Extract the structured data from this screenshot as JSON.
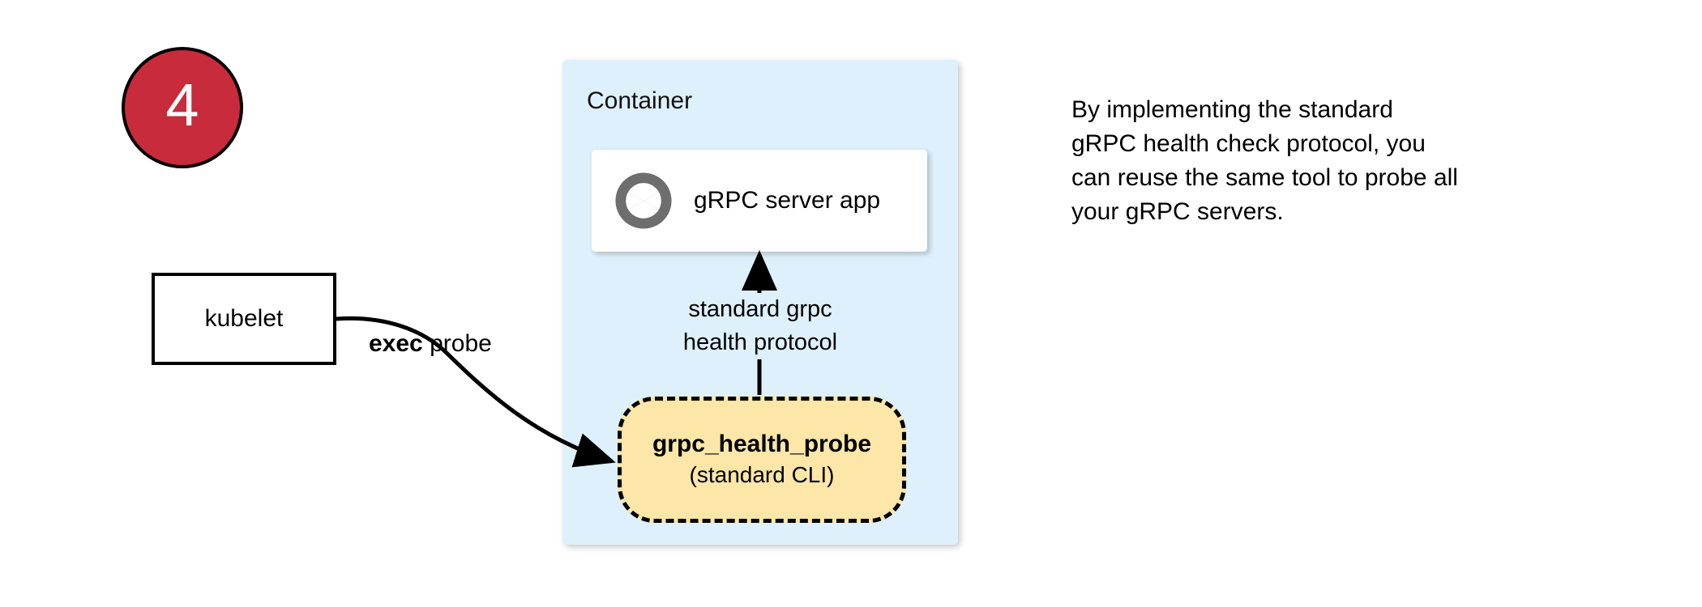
{
  "step": {
    "number": "4",
    "badge_color": "#C82B3C",
    "badge_text_color": "#ffffff"
  },
  "kubelet": {
    "label": "kubelet"
  },
  "edges": {
    "exec_probe": {
      "label_strong": "exec",
      "label_rest": " probe",
      "from": "kubelet",
      "to": "grpc_health_probe"
    },
    "health_protocol": {
      "line1": "standard grpc",
      "line2": "health protocol",
      "from": "grpc_health_probe",
      "to": "grpc_server_app"
    }
  },
  "container": {
    "title": "Container",
    "fill_color": "#DEF0FB",
    "server_app": {
      "label": "gRPC server app",
      "icon": "aperture-icon",
      "icon_color": "#6E6E6E"
    },
    "probe": {
      "title": "grpc_health_probe",
      "subtitle": "(standard CLI)",
      "fill_color": "#FCE6A8",
      "border_style": "dashed"
    }
  },
  "side_note": {
    "line1": "By implementing the standard",
    "line2": "gRPC health check protocol, you",
    "line3": "can reuse the same tool to probe all",
    "line4": "your gRPC servers."
  }
}
